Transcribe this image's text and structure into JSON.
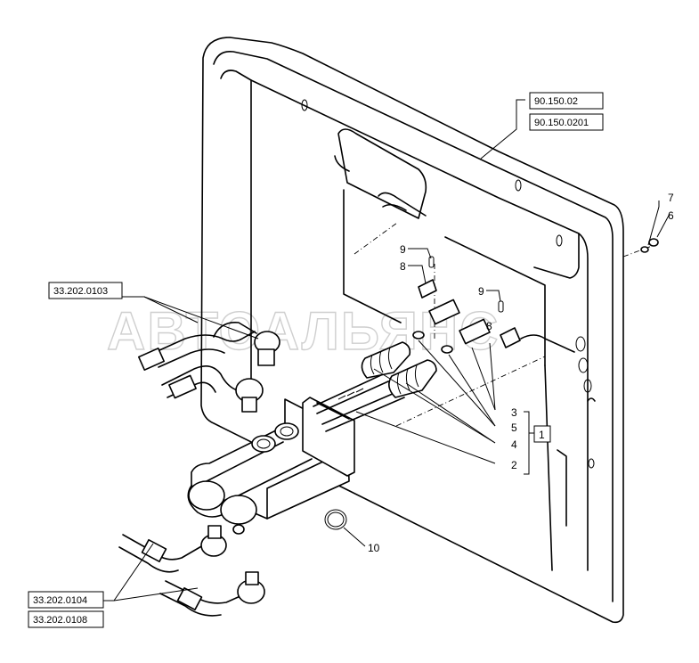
{
  "watermark": "АВТОАЛЬЯНС",
  "references": {
    "ref_1": "90.150.02",
    "ref_2": "90.150.0201",
    "ref_3": "33.202.0103",
    "ref_4": "33.202.0104",
    "ref_5": "33.202.0108"
  },
  "callouts": {
    "c1": "1",
    "c2": "2",
    "c3": "3",
    "c4": "4",
    "c5": "5",
    "c6": "6",
    "c7": "7",
    "c8a": "8",
    "c8b": "8",
    "c9a": "9",
    "c9b": "9",
    "c10": "10"
  }
}
